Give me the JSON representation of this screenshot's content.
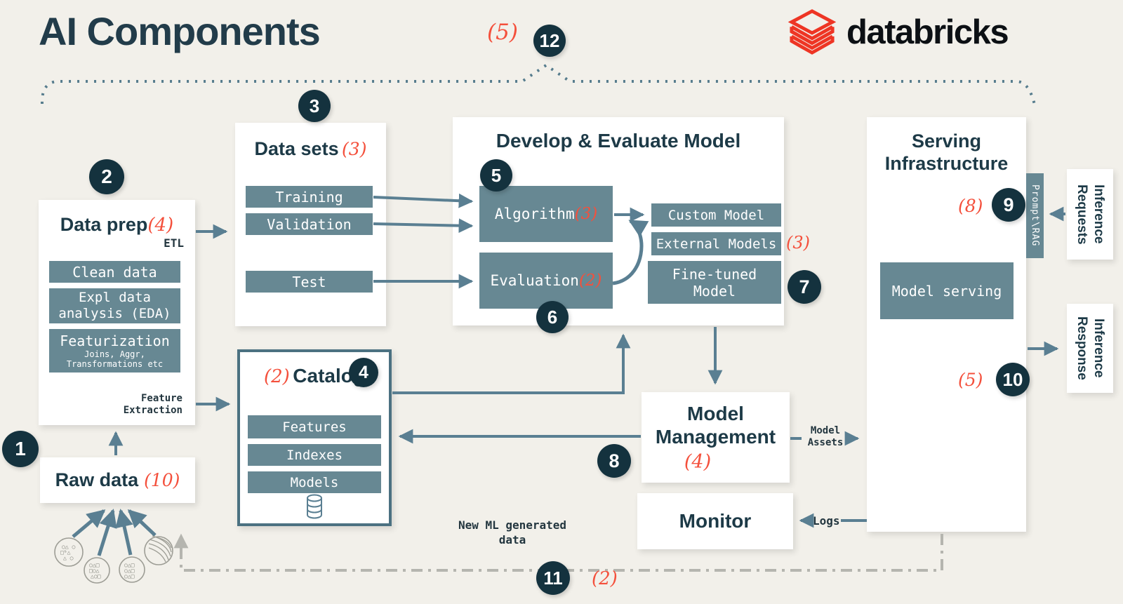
{
  "page": {
    "title": "AI Components",
    "top_annotation": "(5)",
    "background": "#f2f0ea"
  },
  "logo": {
    "brand": "databricks",
    "icon": "databricks-stacked-layers-icon",
    "icon_color": "#ee3524"
  },
  "colors": {
    "navy": "#14323e",
    "steel": "#678893",
    "steel_line": "#5a7f92",
    "red": "#f4503c",
    "gray_line": "#b5b5af",
    "background": "#f2f0ea"
  },
  "badges": {
    "b1": "1",
    "b2": "2",
    "b3": "3",
    "b4": "4",
    "b5": "5",
    "b6": "6",
    "b7": "7",
    "b8": "8",
    "b9": "9",
    "b10": "10",
    "b11": "11",
    "b12": "12"
  },
  "data_prep": {
    "title": "Data prep",
    "annotation": "(4)",
    "etl": "ETL",
    "items": [
      "Clean data",
      "Expl data analysis (EDA)"
    ],
    "featurization": {
      "title": "Featurization",
      "sub": "Joins, Aggr, Transformations etc"
    },
    "feature_extraction": "Feature Extraction"
  },
  "raw_data": {
    "title": "Raw data",
    "annotation": "(10)",
    "source_icons": [
      "scatter-shapes-icon",
      "grid-shapes-icon",
      "grid-shapes-icon",
      "sphere-icon"
    ]
  },
  "data_sets": {
    "title": "Data sets",
    "annotation": "(3)",
    "items": [
      "Training",
      "Validation",
      "Test"
    ]
  },
  "develop": {
    "title": "Develop & Evaluate Model",
    "algorithm": {
      "label": "Algorithm",
      "annotation": "(3)"
    },
    "evaluation": {
      "label": "Evaluation",
      "annotation": "(2)"
    },
    "custom_model": "Custom Model",
    "external_models": "External Models",
    "external_annotation": "(3)",
    "fine_tuned": "Fine-tuned Model"
  },
  "catalog": {
    "annotation": "(2)",
    "title": "Catalog",
    "items": [
      "Features",
      "Indexes",
      "Models"
    ],
    "db_icon": "database-icon"
  },
  "model_management": {
    "title": "Model Management",
    "annotation": "(4)"
  },
  "monitor": {
    "title": "Monitor"
  },
  "serving": {
    "title": "Serving Infrastructure",
    "annotation_top": "(8)",
    "annotation_bottom": "(5)",
    "model_serving": "Model serving",
    "prompt_tab": "Prompt\\RAG"
  },
  "inference_requests": {
    "line1": "Inference",
    "line2": "Requests"
  },
  "inference_response": {
    "line1": "Inference",
    "line2": "Response"
  },
  "labels": {
    "model_assets": "Model Assets",
    "logs": "Logs",
    "new_ml": "New ML generated data",
    "bottom_annotation": "(2)"
  }
}
